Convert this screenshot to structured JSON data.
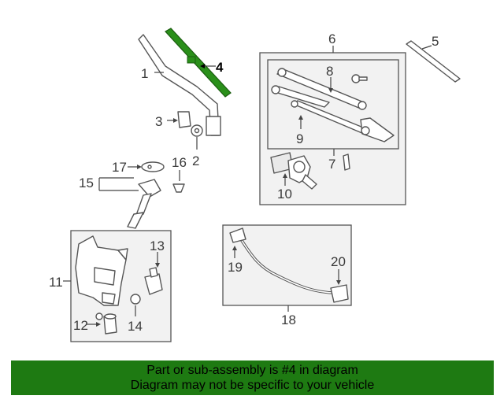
{
  "diagram": {
    "highlight_color": "#2a8f1a",
    "callouts": {
      "c1": "1",
      "c2": "2",
      "c3": "3",
      "c4": "4",
      "c5": "5",
      "c6": "6",
      "c7": "7",
      "c8": "8",
      "c9": "9",
      "c10": "10",
      "c11": "11",
      "c12": "12",
      "c13": "13",
      "c14": "14",
      "c15": "15",
      "c16": "16",
      "c17": "17",
      "c18": "18",
      "c19": "19",
      "c20": "20"
    }
  },
  "banner": {
    "line1": "Part or sub-assembly is #4 in diagram",
    "line2": "Diagram may not be specific to your vehicle",
    "background": "#1e7a12"
  }
}
